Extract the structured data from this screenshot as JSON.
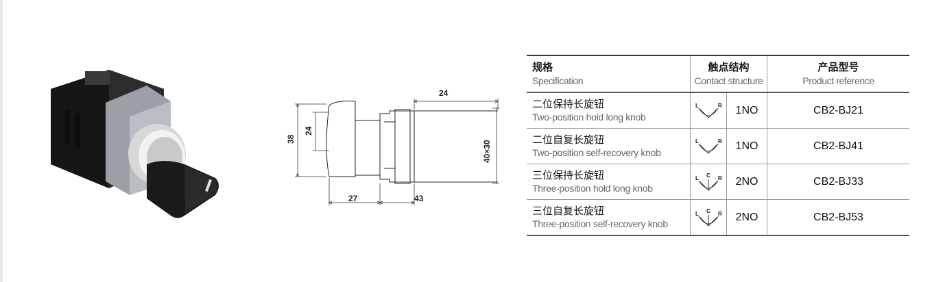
{
  "drawing": {
    "dims": {
      "top_width": "24",
      "overall_height": "38",
      "knob_height": "24",
      "right_height": "40×30",
      "bottom_left": "27",
      "bottom_right": "43"
    }
  },
  "table": {
    "headers": {
      "spec_zh": "规格",
      "spec_en": "Specification",
      "contact_zh": "触点结构",
      "contact_en": "Contact structure",
      "ref_zh": "产品型号",
      "ref_en": "Product reference"
    },
    "rows": [
      {
        "zh": "二位保持长旋钮",
        "en": "Two-position hold long knob",
        "icon": "two-position-switch-icon",
        "contact": "1NO",
        "ref": "CB2-BJ21"
      },
      {
        "zh": "二位自复长旋钮",
        "en": "Two-position self-recovery knob",
        "icon": "two-position-switch-icon",
        "contact": "1NO",
        "ref": "CB2-BJ41"
      },
      {
        "zh": "三位保持长旋钮",
        "en": "Three-position hold long knob",
        "icon": "three-position-switch-icon",
        "contact": "2NO",
        "ref": "CB2-BJ33"
      },
      {
        "zh": "三位自复长旋钮",
        "en": "Three-position self-recovery knob",
        "icon": "three-position-switch-icon",
        "contact": "2NO",
        "ref": "CB2-BJ53"
      }
    ],
    "icon_labels": {
      "left": "L",
      "center": "C",
      "right": "R"
    }
  }
}
